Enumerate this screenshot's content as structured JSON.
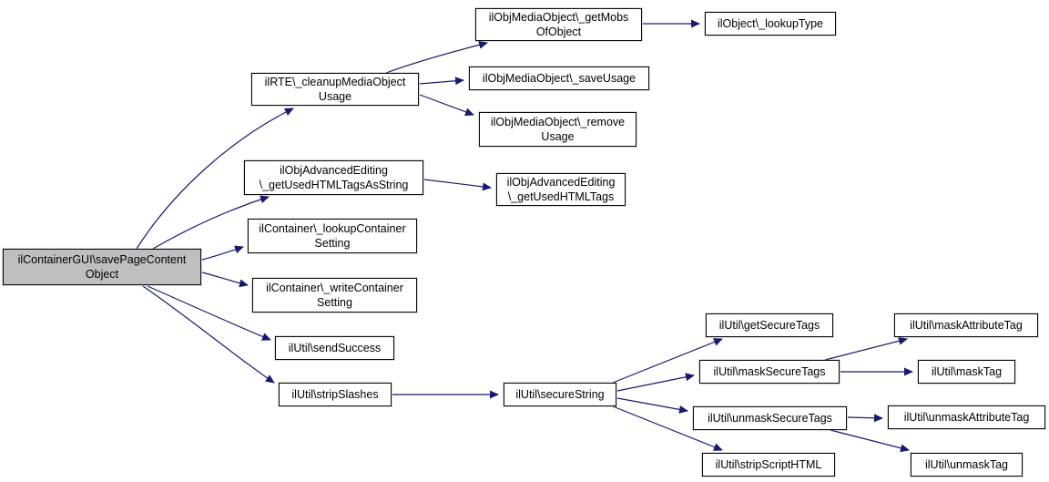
{
  "diagram": {
    "type": "call-graph",
    "colors": {
      "edge": "#191970",
      "node_border": "#000000",
      "node_fill": "#ffffff",
      "highlight_fill": "#bfbfbf",
      "text": "#000000",
      "background": "#ffffff"
    },
    "nodes": [
      {
        "id": "savePageContentObject",
        "label": "ilContainerGUI\\savePageContentObject",
        "lines": [
          "ilContainerGUI\\savePageContent",
          "Object"
        ],
        "highlighted": true
      },
      {
        "id": "cleanupMediaObjectUsage",
        "label": "ilRTE\\_cleanupMediaObjectUsage",
        "lines": [
          "ilRTE\\_cleanupMediaObject",
          "Usage"
        ],
        "highlighted": false
      },
      {
        "id": "getMobsOfObject",
        "label": "ilObjMediaObject\\_getMobsOfObject",
        "lines": [
          "ilObjMediaObject\\_getMobs",
          "OfObject"
        ],
        "highlighted": false
      },
      {
        "id": "lookupType",
        "label": "ilObject\\_lookupType",
        "lines": [
          "ilObject\\_lookupType"
        ],
        "highlighted": false
      },
      {
        "id": "saveUsage",
        "label": "ilObjMediaObject\\_saveUsage",
        "lines": [
          "ilObjMediaObject\\_saveUsage"
        ],
        "highlighted": false
      },
      {
        "id": "removeUsage",
        "label": "ilObjMediaObject\\_removeUsage",
        "lines": [
          "ilObjMediaObject\\_remove",
          "Usage"
        ],
        "highlighted": false
      },
      {
        "id": "getUsedHTMLTagsAsString",
        "label": "ilObjAdvancedEditing\\_getUsedHTMLTagsAsString",
        "lines": [
          "ilObjAdvancedEditing",
          "\\_getUsedHTMLTagsAsString"
        ],
        "highlighted": false
      },
      {
        "id": "getUsedHTMLTags",
        "label": "ilObjAdvancedEditing\\_getUsedHTMLTags",
        "lines": [
          "ilObjAdvancedEditing",
          "\\_getUsedHTMLTags"
        ],
        "highlighted": false
      },
      {
        "id": "lookupContainerSetting",
        "label": "ilContainer\\_lookupContainerSetting",
        "lines": [
          "ilContainer\\_lookupContainer",
          "Setting"
        ],
        "highlighted": false
      },
      {
        "id": "writeContainerSetting",
        "label": "ilContainer\\_writeContainerSetting",
        "lines": [
          "ilContainer\\_writeContainer",
          "Setting"
        ],
        "highlighted": false
      },
      {
        "id": "sendSuccess",
        "label": "ilUtil\\sendSuccess",
        "lines": [
          "ilUtil\\sendSuccess"
        ],
        "highlighted": false
      },
      {
        "id": "stripSlashes",
        "label": "ilUtil\\stripSlashes",
        "lines": [
          "ilUtil\\stripSlashes"
        ],
        "highlighted": false
      },
      {
        "id": "secureString",
        "label": "ilUtil\\secureString",
        "lines": [
          "ilUtil\\secureString"
        ],
        "highlighted": false
      },
      {
        "id": "getSecureTags",
        "label": "ilUtil\\getSecureTags",
        "lines": [
          "ilUtil\\getSecureTags"
        ],
        "highlighted": false
      },
      {
        "id": "maskSecureTags",
        "label": "ilUtil\\maskSecureTags",
        "lines": [
          "ilUtil\\maskSecureTags"
        ],
        "highlighted": false
      },
      {
        "id": "unmaskSecureTags",
        "label": "ilUtil\\unmaskSecureTags",
        "lines": [
          "ilUtil\\unmaskSecureTags"
        ],
        "highlighted": false
      },
      {
        "id": "stripScriptHTML",
        "label": "ilUtil\\stripScriptHTML",
        "lines": [
          "ilUtil\\stripScriptHTML"
        ],
        "highlighted": false
      },
      {
        "id": "maskAttributeTag",
        "label": "ilUtil\\maskAttributeTag",
        "lines": [
          "ilUtil\\maskAttributeTag"
        ],
        "highlighted": false
      },
      {
        "id": "maskTag",
        "label": "ilUtil\\maskTag",
        "lines": [
          "ilUtil\\maskTag"
        ],
        "highlighted": false
      },
      {
        "id": "unmaskAttributeTag",
        "label": "ilUtil\\unmaskAttributeTag",
        "lines": [
          "ilUtil\\unmaskAttributeTag"
        ],
        "highlighted": false
      },
      {
        "id": "unmaskTag",
        "label": "ilUtil\\unmaskTag",
        "lines": [
          "ilUtil\\unmaskTag"
        ],
        "highlighted": false
      }
    ],
    "edges": [
      {
        "from": "savePageContentObject",
        "to": "cleanupMediaObjectUsage"
      },
      {
        "from": "savePageContentObject",
        "to": "getUsedHTMLTagsAsString"
      },
      {
        "from": "savePageContentObject",
        "to": "lookupContainerSetting"
      },
      {
        "from": "savePageContentObject",
        "to": "writeContainerSetting"
      },
      {
        "from": "savePageContentObject",
        "to": "sendSuccess"
      },
      {
        "from": "savePageContentObject",
        "to": "stripSlashes"
      },
      {
        "from": "cleanupMediaObjectUsage",
        "to": "getMobsOfObject"
      },
      {
        "from": "cleanupMediaObjectUsage",
        "to": "saveUsage"
      },
      {
        "from": "cleanupMediaObjectUsage",
        "to": "removeUsage"
      },
      {
        "from": "getMobsOfObject",
        "to": "lookupType"
      },
      {
        "from": "getUsedHTMLTagsAsString",
        "to": "getUsedHTMLTags"
      },
      {
        "from": "stripSlashes",
        "to": "secureString"
      },
      {
        "from": "secureString",
        "to": "getSecureTags"
      },
      {
        "from": "secureString",
        "to": "maskSecureTags"
      },
      {
        "from": "secureString",
        "to": "unmaskSecureTags"
      },
      {
        "from": "secureString",
        "to": "stripScriptHTML"
      },
      {
        "from": "maskSecureTags",
        "to": "maskAttributeTag"
      },
      {
        "from": "maskSecureTags",
        "to": "maskTag"
      },
      {
        "from": "unmaskSecureTags",
        "to": "unmaskAttributeTag"
      },
      {
        "from": "unmaskSecureTags",
        "to": "unmaskTag"
      }
    ]
  }
}
